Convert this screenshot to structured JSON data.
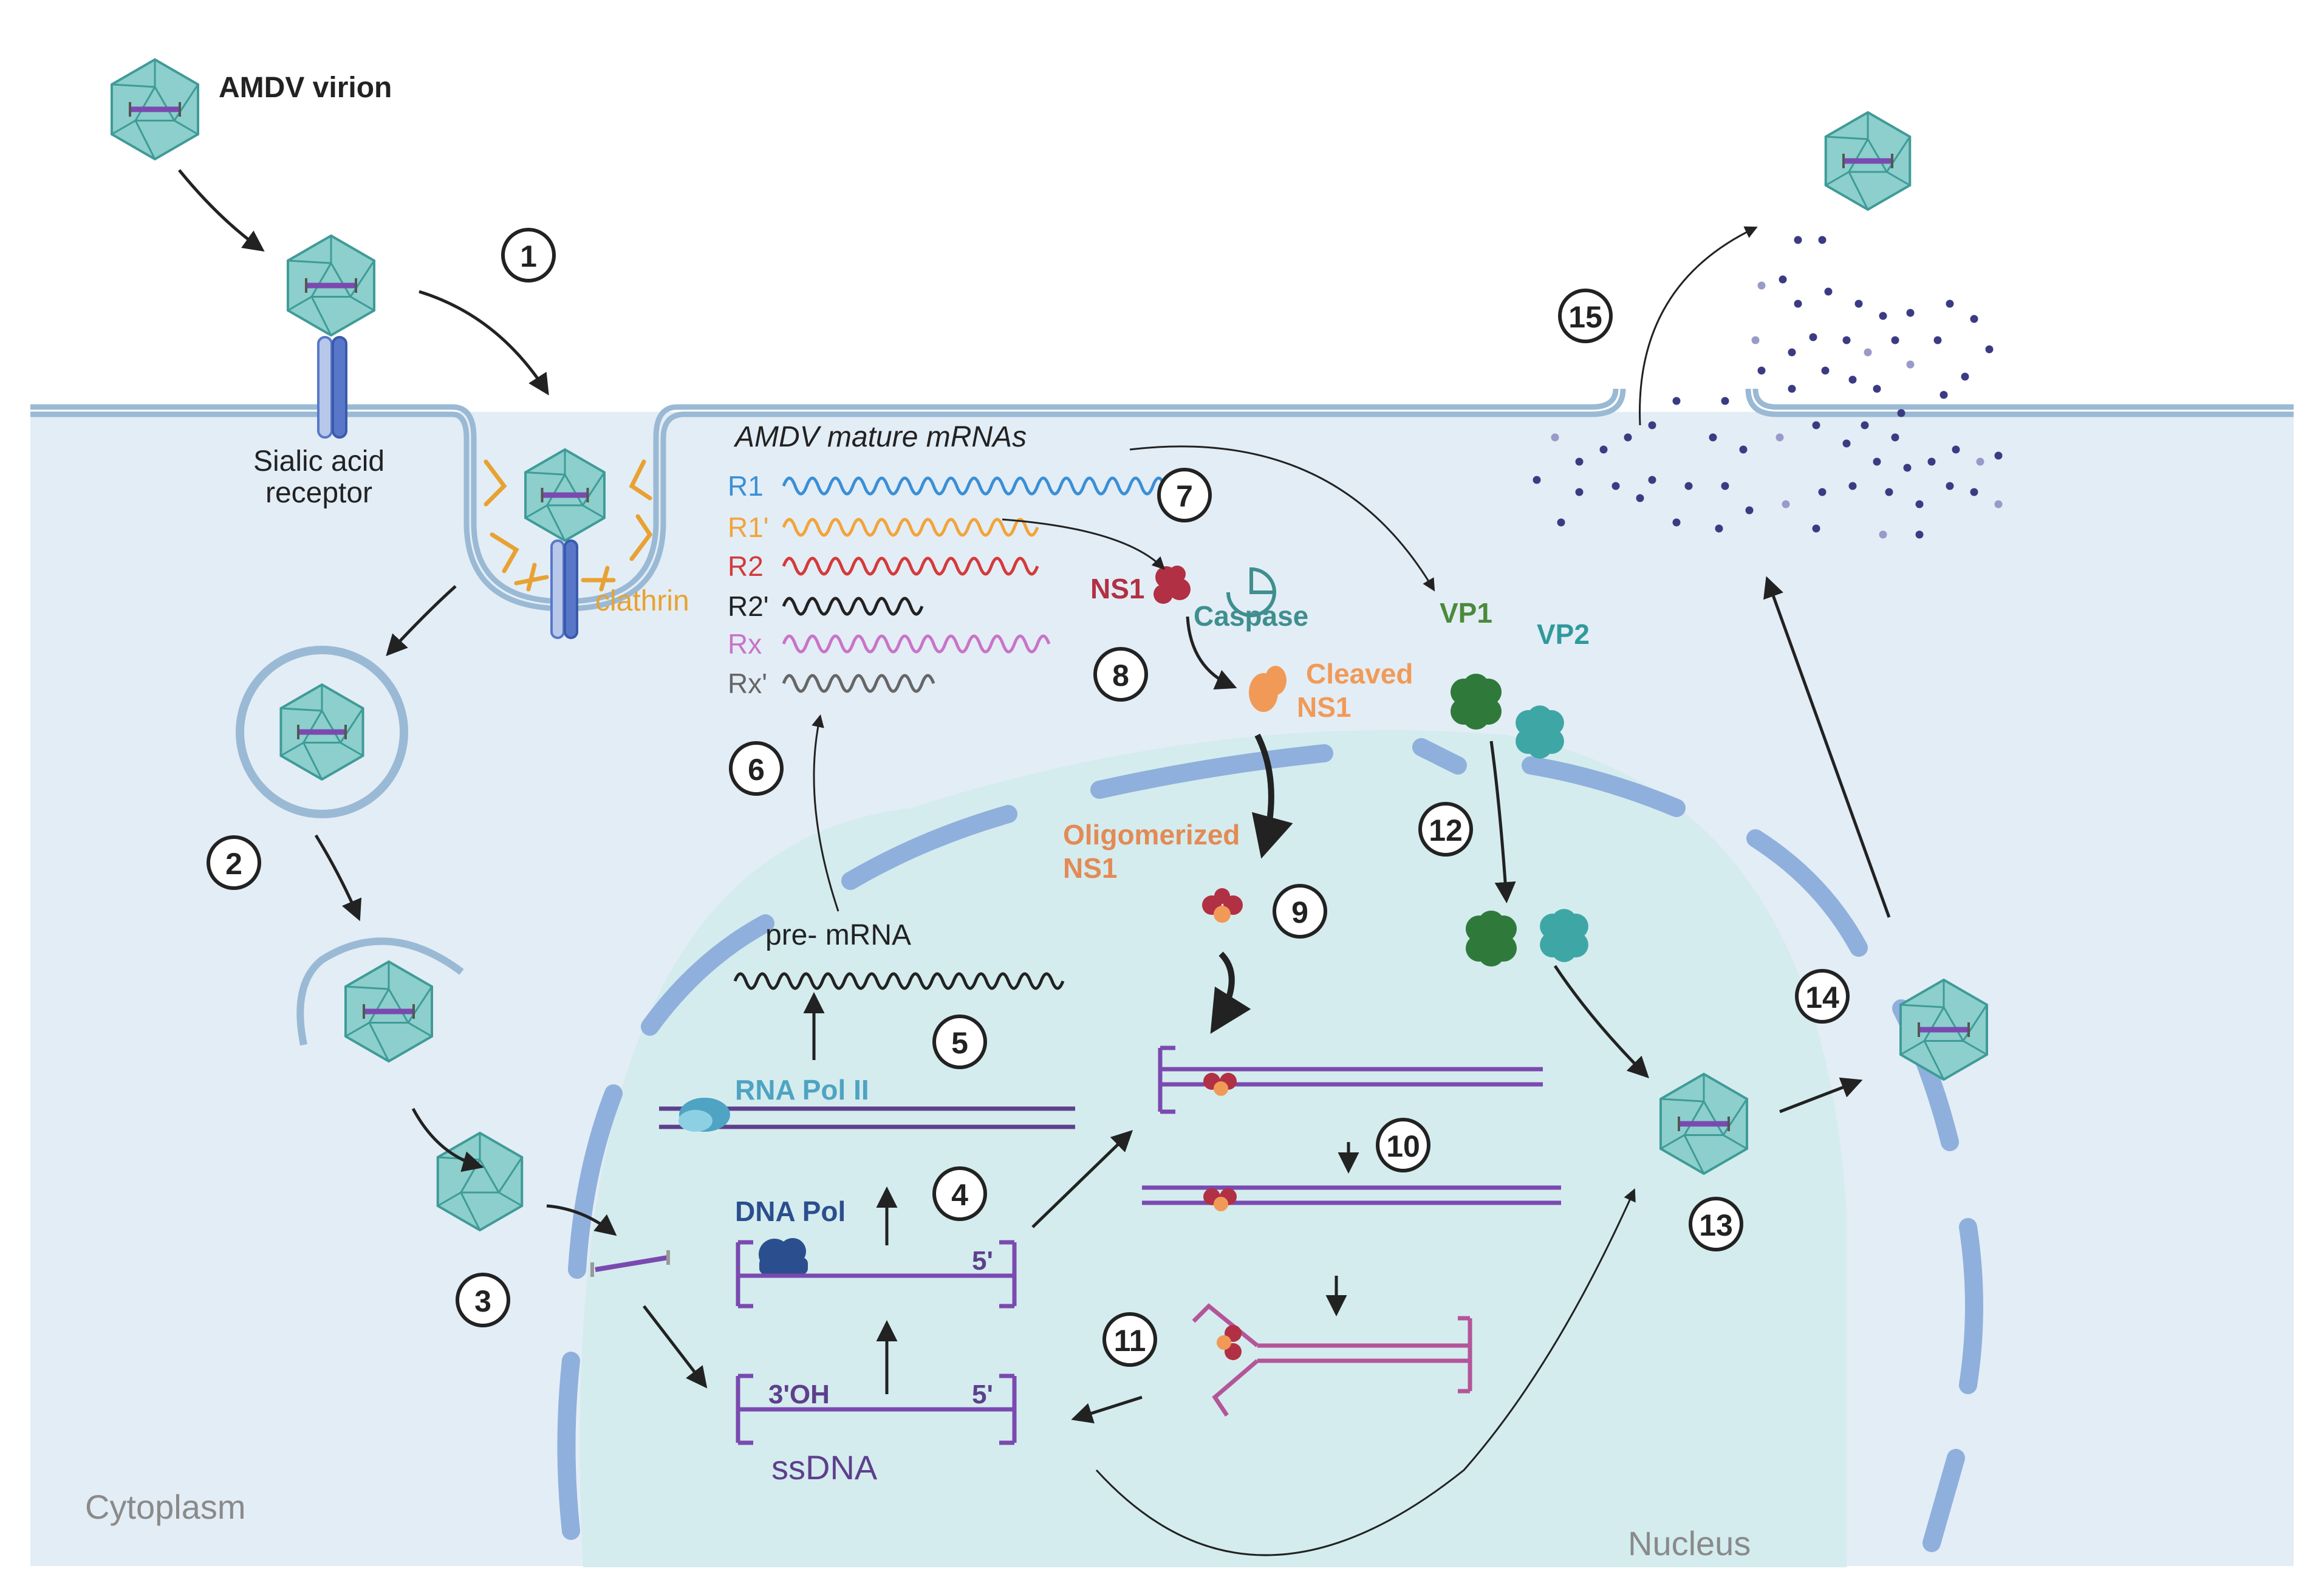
{
  "colors": {
    "cytoplasm": "#e3edf6",
    "nucleus": "#d4ecee",
    "membrane": "#9ab9d4",
    "nuclear_envelope": "#8fb0dc",
    "virion_face": "#8ccfcc",
    "virion_edge": "#3f9b97",
    "genome": "#7a4ab0",
    "dna_strand": "#5e3f8c",
    "hairpin_pink": "#b45599",
    "ns1": "#b23044",
    "cleaved_ns1": "#f19a57",
    "caspase": "#3f8f8f",
    "vp1": "#2f7a3b",
    "vp2": "#3fa6a6",
    "rna_pol": "#4fa3c3",
    "dna_pol": "#2b4f8e",
    "clathrin": "#e8a232",
    "receptor": "#5877c9",
    "particles": "#3b3b83"
  },
  "labels": {
    "virion": "AMDV virion",
    "receptor": "Sialic acid receptor",
    "clathrin": "clathrin",
    "mrna_title": "AMDV mature mRNAs",
    "ns1": "NS1",
    "caspase": "Caspase",
    "cleaved_ns1": "Cleaved NS1",
    "oligomerized_ns1": "Oligomerized NS1",
    "vp1": "VP1",
    "vp2": "VP2",
    "pre_mrna": "pre- mRNA",
    "rna_pol": "RNA Pol II",
    "dna_pol": "DNA Pol",
    "five_prime": "5'",
    "three_oh": "3'OH",
    "ssdna": "ssDNA",
    "cytoplasm": "Cytoplasm",
    "nucleus": "Nucleus"
  },
  "mrnas": [
    {
      "name": "R1",
      "color": "#3a8fd6"
    },
    {
      "name": "R1'",
      "color": "#f2a43a"
    },
    {
      "name": "R2",
      "color": "#d43a3a"
    },
    {
      "name": "R2'",
      "color": "#222222"
    },
    {
      "name": "Rx",
      "color": "#c874c8"
    },
    {
      "name": "Rx'",
      "color": "#666666"
    }
  ],
  "steps": [
    "1",
    "2",
    "3",
    "4",
    "5",
    "6",
    "7",
    "8",
    "9",
    "10",
    "11",
    "12",
    "13",
    "14",
    "15"
  ]
}
